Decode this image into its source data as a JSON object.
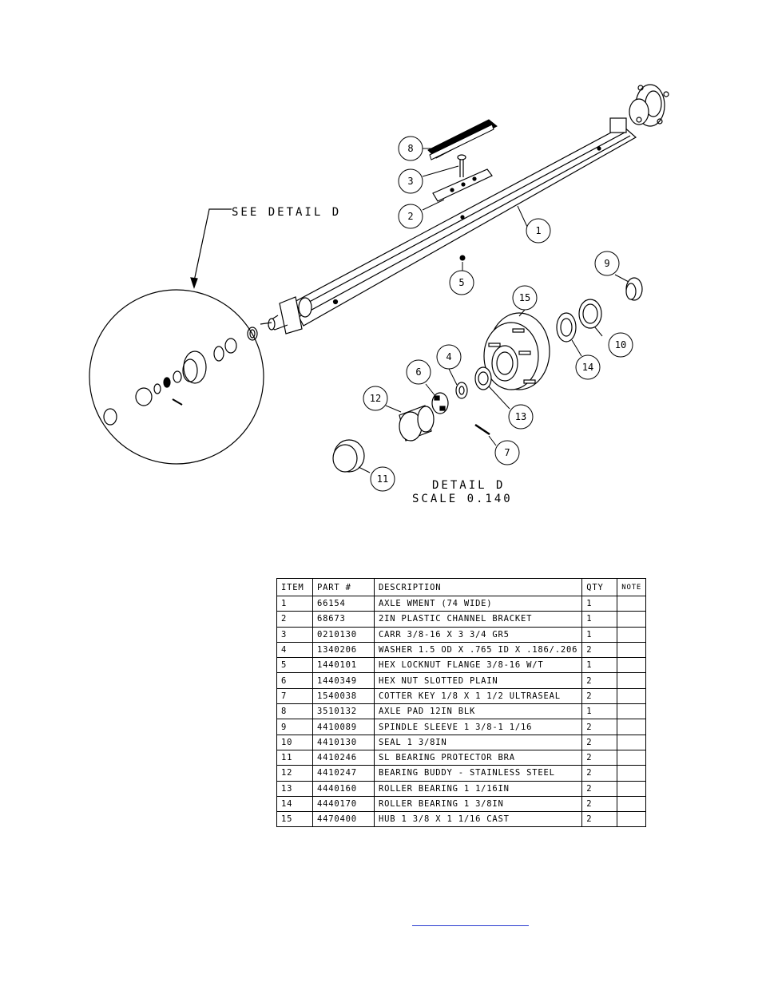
{
  "detail_label": "SEE DETAIL  D",
  "detail_caption": "DETAIL  D",
  "scale_caption": "SCALE  0.140",
  "balloons": [
    "1",
    "2",
    "3",
    "4",
    "5",
    "6",
    "7",
    "8",
    "9",
    "10",
    "11",
    "12",
    "13",
    "14",
    "15"
  ],
  "bom": {
    "headers": [
      "ITEM",
      "PART #",
      "DESCRIPTION",
      "QTY",
      "NOTE"
    ],
    "rows": [
      [
        "1",
        "66154",
        "AXLE WMENT (74 WIDE)",
        "1",
        ""
      ],
      [
        "2",
        "68673",
        "2IN PLASTIC CHANNEL BRACKET",
        "1",
        ""
      ],
      [
        "3",
        "0210130",
        "CARR 3/8-16 X 3 3/4 GR5",
        "1",
        ""
      ],
      [
        "4",
        "1340206",
        "WASHER 1.5 OD X .765 ID X .186/.206",
        "2",
        ""
      ],
      [
        "5",
        "1440101",
        "HEX LOCKNUT FLANGE 3/8-16 W/T",
        "1",
        ""
      ],
      [
        "6",
        "1440349",
        "HEX NUT SLOTTED PLAIN",
        "2",
        ""
      ],
      [
        "7",
        "1540038",
        "COTTER KEY 1/8 X 1 1/2 ULTRASEAL",
        "2",
        ""
      ],
      [
        "8",
        "3510132",
        "AXLE PAD 12IN  BLK",
        "1",
        ""
      ],
      [
        "9",
        "4410089",
        "SPINDLE SLEEVE  1 3/8-1 1/16",
        "2",
        ""
      ],
      [
        "10",
        "4410130",
        "SEAL  1 3/8IN",
        "2",
        ""
      ],
      [
        "11",
        "4410246",
        "SL BEARING PROTECTOR BRA",
        "2",
        ""
      ],
      [
        "12",
        "4410247",
        "BEARING BUDDY - STAINLESS STEEL",
        "2",
        ""
      ],
      [
        "13",
        "4440160",
        "ROLLER BEARING   1 1/16IN",
        "2",
        ""
      ],
      [
        "14",
        "4440170",
        "ROLLER BEARING   1 3/8IN",
        "2",
        ""
      ],
      [
        "15",
        "4470400",
        "HUB  1 3/8 X 1 1/16 CAST",
        "2",
        ""
      ]
    ]
  }
}
